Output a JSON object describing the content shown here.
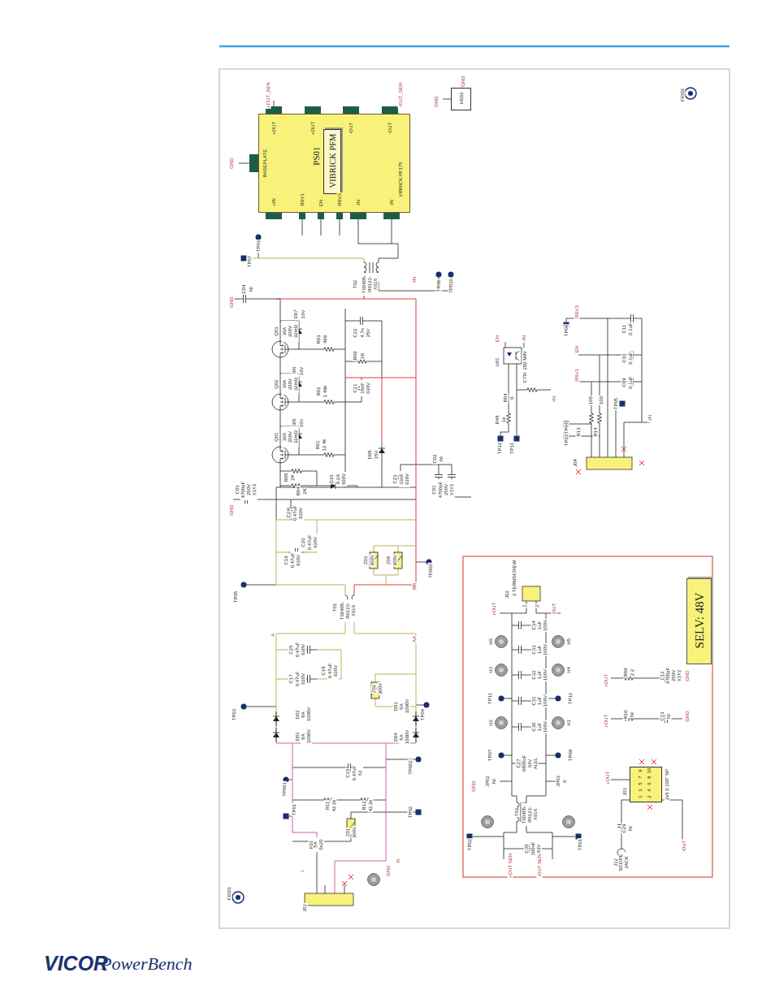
{
  "diagram": {
    "nodes": [
      {
        "text": [
          "PS01",
          "VIBRICK PF175"
        ]
      },
      {
        "text": [
          "VIBRICK PFM"
        ],
        "in": 0
      },
      {
        "text": [
          "HS02"
        ]
      },
      {
        "text": [
          "SELV: 48V"
        ]
      },
      {
        "text": [
          "10",
          "8",
          "6",
          "4",
          "2",
          "9",
          "7",
          "5",
          "3",
          "1"
        ]
      }
    ],
    "labels": [
      "+OUT_SEN",
      "+OUT",
      "+OUT",
      "-OUT",
      "-OUT",
      "-OUT_SEN",
      "BASEPLATE",
      "GND",
      "+IN",
      "RSV1",
      "EN",
      "RSV3",
      "-IN",
      "-IN",
      "GND",
      "GND",
      "FID02",
      "TP07",
      "TP03",
      "T02",
      "T60405-R6123-X616",
      "-IN",
      "TP08",
      "TP010",
      "C04",
      "NI",
      "GND",
      "D07",
      "16V",
      "Q03",
      "36A 200V 32mΩ",
      "R03",
      "499",
      "C22",
      "4.7n 25V",
      "R09",
      "2K",
      "D06",
      "16V",
      "Q02",
      "36A 200V 32mΩ",
      "R02",
      "2.49k",
      "C21",
      "15nF 630V",
      "D05",
      "16V",
      "Q01",
      "36A 200V 32mΩ",
      "R01",
      "12.4k",
      "D08",
      "15V",
      "C02",
      "NI",
      "C01",
      "4700pF 250V X1Y2",
      "C23",
      "33nF 630V",
      "C03",
      "4700pF 250V X1Y2",
      "GND",
      "R05",
      "2K",
      "R04",
      "2K",
      "D10",
      "0.2A 600V",
      "C24",
      "0.47uF 630V",
      "C19",
      "0.47uF 630V",
      "C20",
      "0.47uF 630V",
      "Z03",
      "300V",
      "Z04",
      "300V",
      "TP006",
      "BB",
      "TP05",
      "T01",
      "T60405-R6123-X616",
      "A",
      "AA",
      "C25",
      "0.47uF 630V",
      "C17",
      "0.47uF 630V",
      "C18",
      "0.47uF 630V",
      "Z02",
      "300V",
      "TP03",
      "TP04",
      "D02",
      "8A 1000V",
      "D03",
      "5A 1000V",
      "D01",
      "8A 1000V",
      "D04",
      "5A 1000V",
      "C15",
      "0.47uF X2",
      "TP001",
      "TP002",
      "R11",
      "42.2k",
      "R12",
      "42.2k",
      "TP01",
      "TP02",
      "Z01",
      "300V",
      "F01",
      "5A 5x20",
      "L",
      "GND",
      "N",
      "J01",
      "FID01",
      "U01",
      "CTR: 200 MIN",
      "EN",
      "-IN",
      "R48",
      "1k",
      "R04",
      "0",
      "-IN",
      "TP12",
      "TP11",
      "RSV3",
      "TP09",
      "EN",
      "RSV1",
      "C11",
      "0.1uF",
      "C10",
      "0.1uF",
      "C09",
      "0.1uF",
      "R13",
      "R14",
      "100",
      "100",
      "TP05",
      "TP04",
      "TP03",
      "J04",
      "-IN",
      "J02",
      "2 TERMSCREW",
      "+OUT",
      "-OUT",
      "1",
      "2",
      "C34",
      "1uF 100V",
      "C33",
      "1uF 100V",
      "C32",
      "1uF 100V",
      "C31",
      "1uF 100V",
      "C30",
      "1uF 100V",
      "C27",
      "6800uF 63V ALEL",
      "H6",
      "H3",
      "H2",
      "H5",
      "H4",
      "H1",
      "TP11",
      "TP12",
      "TP07",
      "TP09",
      "JP02",
      "NI",
      "JP03",
      "0",
      "GND",
      "T03",
      "T60405-R6123-X616",
      "TP02",
      "TP01",
      "C35",
      "100nF 63V",
      "+OUT SEN",
      "-OUT SEN",
      "J03",
      "2x5 0.100\" SP",
      "+OUT",
      "-OUT",
      "C29",
      "NI",
      "J12",
      "SCOPE JACK",
      "+OUT",
      "R09",
      "2.2",
      "C12",
      "4700pF 250V X1Y2",
      "GND",
      "+OUT",
      "R10",
      "NI",
      "C13",
      "NI",
      "GND",
      "VICOR",
      "PowerBench"
    ]
  }
}
